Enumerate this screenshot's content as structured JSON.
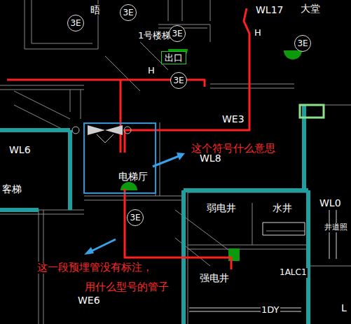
{
  "diagram": {
    "nodes": [
      {
        "text": [
          "3E"
        ]
      },
      {
        "text": [
          "3E"
        ]
      },
      {
        "text": [
          "3E"
        ]
      },
      {
        "text": [
          "3E"
        ]
      },
      {
        "text": [
          "出口"
        ]
      },
      {
        "text": [
          "3E"
        ]
      },
      {
        "text": [
          "3E"
        ]
      }
    ],
    "labels": [
      "晤",
      "1号楼梯",
      "WL17",
      "大堂",
      "H",
      "H",
      "WE3",
      "WL6",
      "客梯",
      "WL8",
      "这个符号什么意思",
      "电梯厅",
      "弱电井",
      "水井",
      "WL0",
      "井道照",
      "强电井",
      "1ALC1",
      "这一段预埋管没有标注，",
      "用什么型号的管子",
      "WE6",
      "1DY",
      "L"
    ]
  }
}
